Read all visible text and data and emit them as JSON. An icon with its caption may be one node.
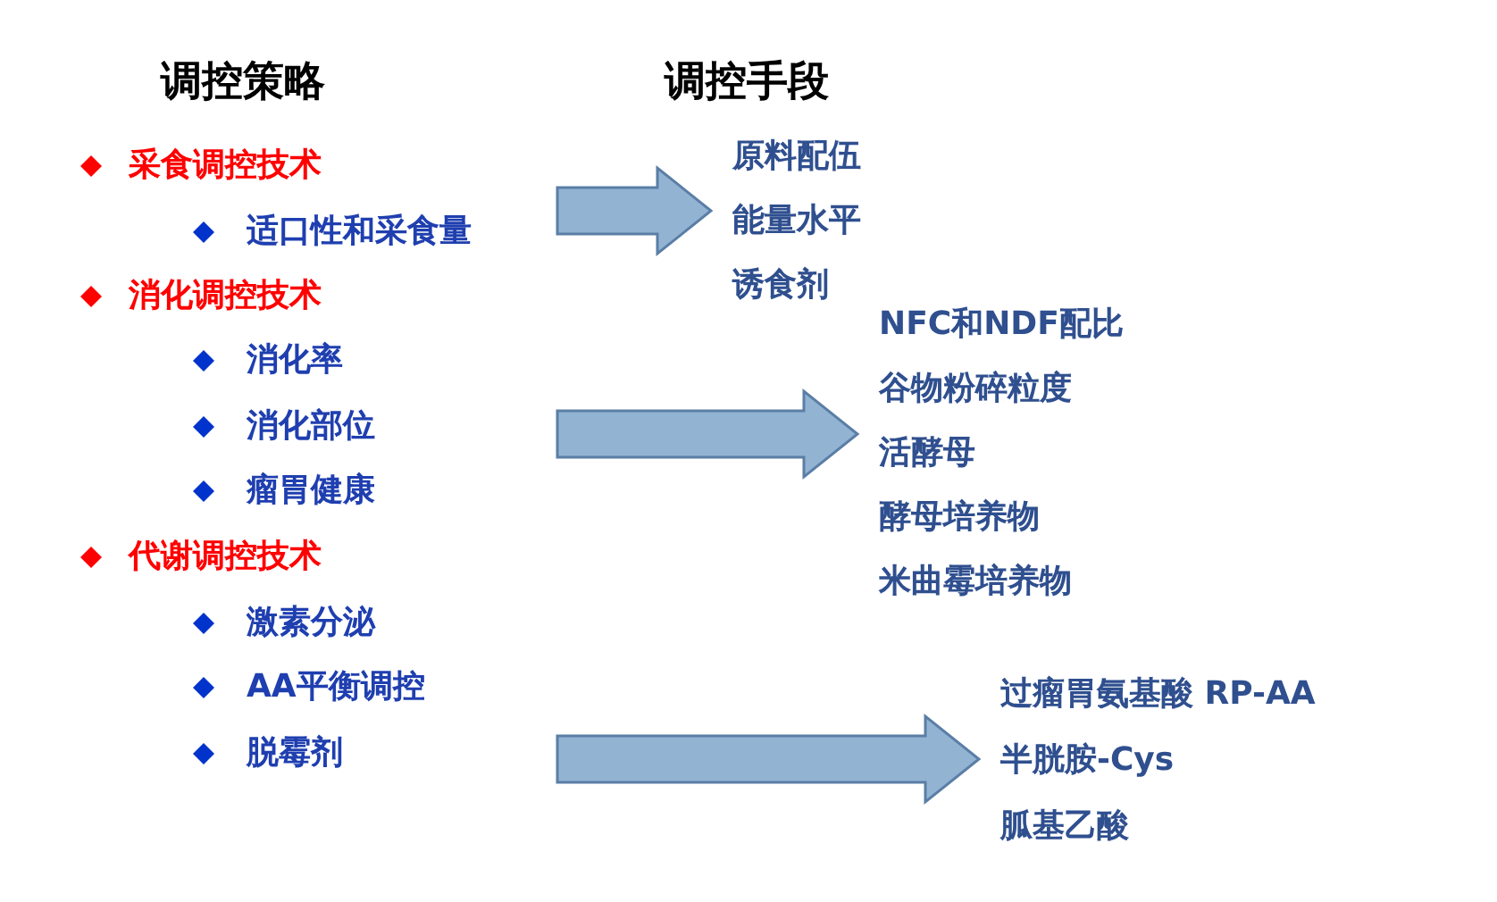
{
  "diagram": {
    "nodes": [
      {
        "text": [
          "采食调控技术",
          "适口性和采食量"
        ]
      },
      {
        "text": [
          "原料配伍",
          "能量水平",
          "诱食剂"
        ]
      },
      {
        "text": [
          "消化调控技术",
          "消化率",
          "消化部位",
          "瘤胃健康"
        ]
      },
      {
        "text": [
          "NFC和NDF配比",
          "谷物粉碎粒度",
          "活酵母",
          "酵母培养物",
          "米曲霉培养物"
        ]
      },
      {
        "text": [
          "代谢调控技术",
          "激素分泌",
          "AA平衡调控",
          "脱霉剂"
        ]
      },
      {
        "text": [
          "过瘤胃氨基酸 RP-AA",
          "半胱胺-Cys",
          "胍基乙酸"
        ]
      }
    ],
    "edges": [
      {
        "from": 0,
        "to": 1,
        "arrow": "to"
      },
      {
        "from": 2,
        "to": 3,
        "arrow": "to"
      },
      {
        "from": 4,
        "to": 5,
        "arrow": "to"
      }
    ],
    "labels": [
      "调控策略",
      "调控手段"
    ]
  }
}
